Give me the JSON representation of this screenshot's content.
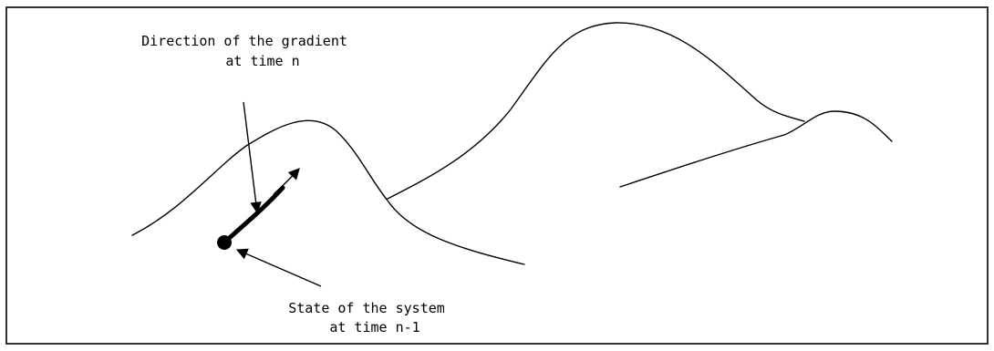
{
  "labels": {
    "gradient_line1": "Direction of the gradient",
    "gradient_line2": "at time n",
    "state_line1": "State of the system",
    "state_line2": "at time n-1"
  },
  "colors": {
    "ink": "#000000",
    "background": "#ffffff"
  }
}
